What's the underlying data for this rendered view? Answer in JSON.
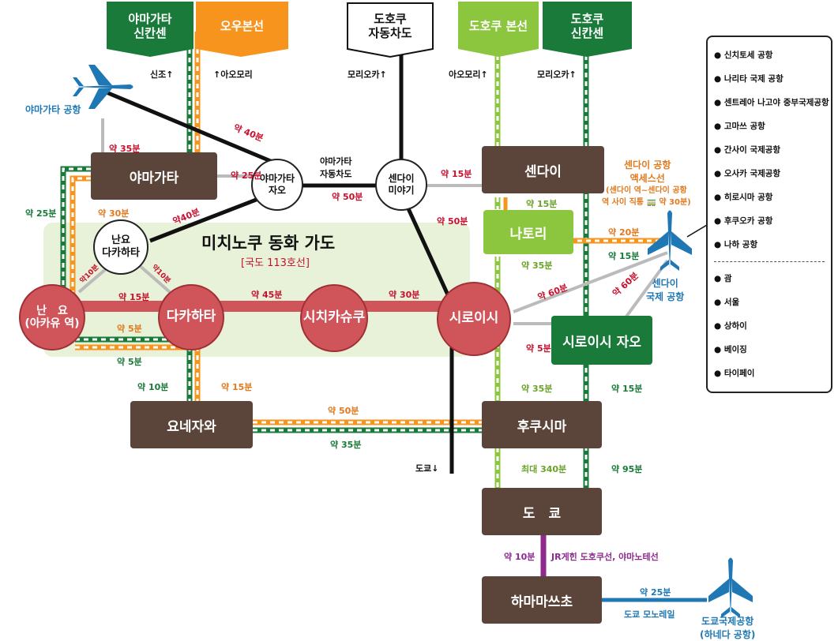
{
  "headers": {
    "yamagata_shinkansen": "야마가타\n신칸센",
    "ou_line": "오우본선",
    "tohoku_expressway": "도호쿠\n자동차도",
    "tohoku_main_line": "도호쿠 본선",
    "tohoku_shinkansen": "도호쿠\n신칸센"
  },
  "directions": {
    "shinjo": "신조↑",
    "aomori": "↑아오모리",
    "morioka_exp": "모리오카↑",
    "aomori2": "아오모리↑",
    "morioka_shin": "모리오카↑",
    "tokyo_down": "도쿄↓"
  },
  "stations": {
    "yamagata": "야마가타",
    "sendai": "센다이",
    "natori": "나토리",
    "shiroishi_zao": "시로이시 자오",
    "yonezawa": "요네자와",
    "fukushima": "후쿠시마",
    "tokyo": "도　쿄",
    "hamamatsucho": "하마마쓰초"
  },
  "cities": {
    "nanyo": "난　요\n(아카유 역)",
    "takahata": "다카하타",
    "shichikashuku": "시치카슈쿠",
    "shiroishi": "시로이시"
  },
  "interchanges": {
    "yamagata_zao": "야마가타\n자오",
    "sendai_miyagi": "센다이\n미야기",
    "nanyo_takahata": "난요\n다카하타"
  },
  "road": {
    "name": "미치노쿠 동화 가도",
    "route": "[국도 113호선]",
    "expressway_name": "야마가타\n자동차도"
  },
  "airports": {
    "yamagata": "야마가타 공항",
    "sendai": "센다이\n국제 공항",
    "haneda": "도쿄국제공항\n(하네다 공항)",
    "sendai_access_title": "센다이 공항\n액세스선",
    "sendai_access_note": "(센다이 역~센다이 공항\n역 사이 직통 🚃 약 30분)"
  },
  "lines": {
    "jr_keihin": "JR게힌 도호쿠선, 야마노테선",
    "monorail": "도쿄 모노레일"
  },
  "times": {
    "yamagata_airport_car": "약 35분",
    "car_40_top": "약 40분",
    "car_25": "약 25분",
    "car_50_exp": "약 50분",
    "car_15_sendai": "약 15분",
    "car_50_diag": "약 50분",
    "yamagata_shin_25": "약 25분",
    "ou_30": "약 30분",
    "car_40_nanyo": "약40분",
    "car_10_a": "약10분",
    "car_10_b": "약10분",
    "car_15_nanyo": "약 15분",
    "car_45": "약 45분",
    "car_30": "약 30분",
    "train_5_ou": "약 5분",
    "shin_5": "약 5분",
    "shin_10": "약 10분",
    "ou_15": "약 15분",
    "ou_50": "약 50분",
    "shin_35_yz": "약 35분",
    "main_15_natori": "약 15분",
    "main_35": "약 35분",
    "access_20": "약 20분",
    "shin_15_zao": "약 15분",
    "car_60_a": "약 60분",
    "car_60_b": "약 60분",
    "car_5": "약 5분",
    "main_35_fk": "약 35분",
    "shin_15_fk": "약 15분",
    "main_max340": "최대 340분",
    "shin_95": "약 95분",
    "jr_10": "약 10분",
    "mono_25": "약 25분"
  },
  "legend": {
    "domestic": [
      "신치토세 공항",
      "나리타 국제 공항",
      "센트레아 나고야 중부국제공항",
      "고마쓰 공항",
      "간사이 국제공항",
      "오사카 국제공항",
      "히로시마 공항",
      "후쿠오카 공항",
      "나하 공항"
    ],
    "international": [
      "괌",
      "서울",
      "상하이",
      "베이징",
      "타이페이"
    ]
  },
  "colors": {
    "station_brown": "#5b4439",
    "shinkansen_green": "#1a7a3a",
    "main_line_lightgreen": "#8cc63f",
    "ou_orange": "#f7941d",
    "car_red": "#c8102e",
    "road_band": "#e8f2d8",
    "airport_blue": "#1f78b4",
    "jr_purple": "#8e2a8e"
  }
}
